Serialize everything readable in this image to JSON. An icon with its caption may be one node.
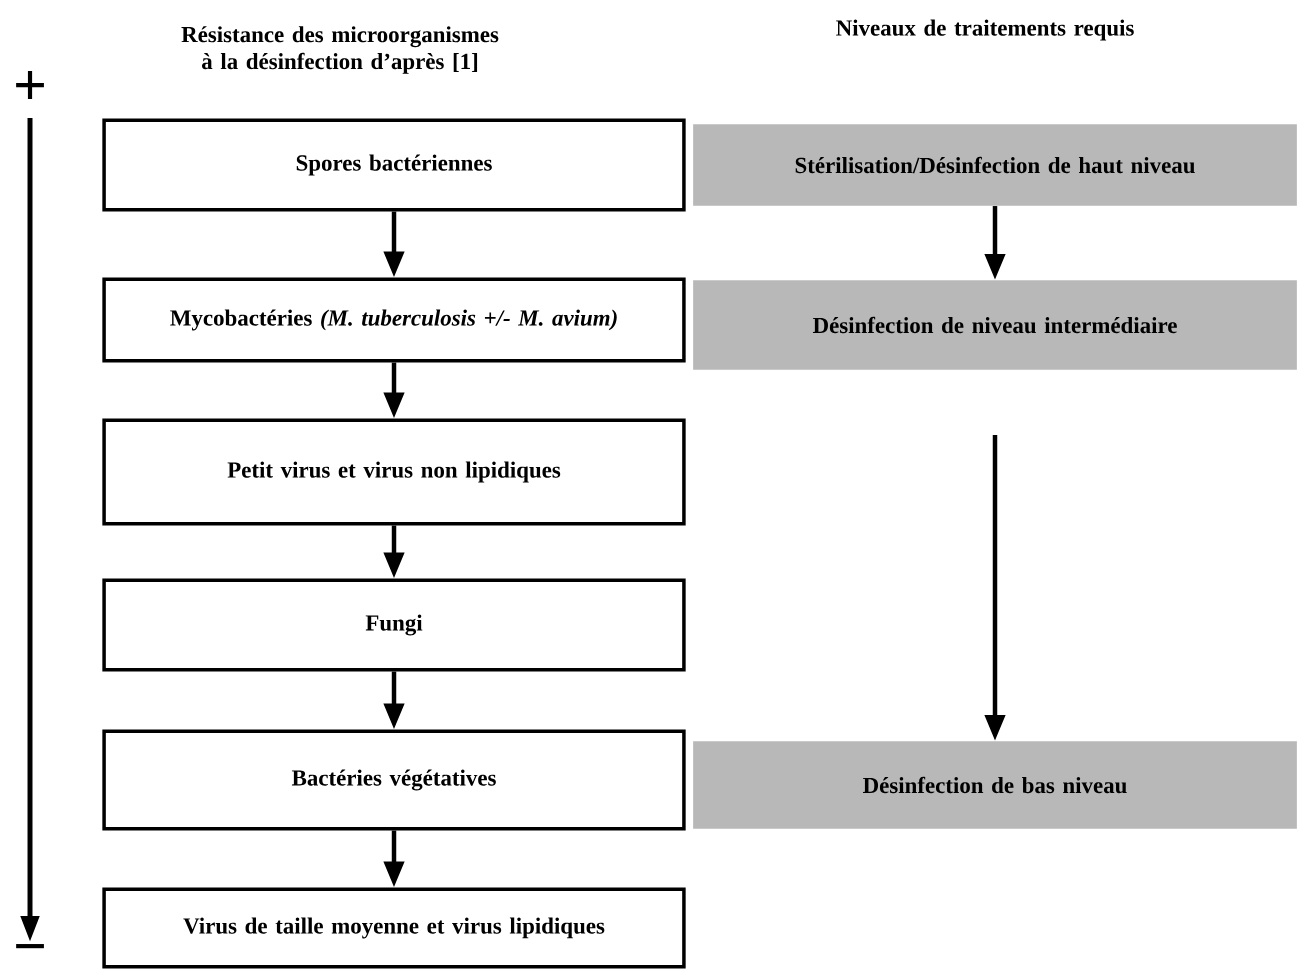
{
  "diagram": {
    "nodes": [
      {
        "text": [
          "Spores bactériennes"
        ]
      },
      {
        "text": [
          "Mycobactéries *(M. tuberculosis +/- M. avium)*"
        ]
      },
      {
        "text": [
          "Petit virus et virus non lipidiques"
        ]
      },
      {
        "text": [
          "Fungi"
        ]
      },
      {
        "text": [
          "Bactéries végétatives"
        ]
      },
      {
        "text": [
          "Virus de taille moyenne et virus lipidiques"
        ]
      },
      {
        "text": [
          "Stérilisation/Désinfection de haut niveau"
        ]
      },
      {
        "text": [
          "Désinfection de niveau intermédiaire"
        ]
      },
      {
        "text": [
          "Désinfection de bas niveau"
        ]
      }
    ],
    "edges": [
      {
        "from": 0,
        "to": 1,
        "arrow": "to"
      },
      {
        "from": 1,
        "to": 2,
        "arrow": "to"
      },
      {
        "from": 2,
        "to": 3,
        "arrow": "to"
      },
      {
        "from": 3,
        "to": 4,
        "arrow": "to"
      },
      {
        "from": 4,
        "to": 5,
        "arrow": "to"
      },
      {
        "from": 6,
        "to": 7,
        "arrow": "to"
      },
      {
        "from": 7,
        "to": 8,
        "arrow": "to"
      }
    ],
    "labels": [
      "Résistance des microorganismes à la désinfection d’après [1]",
      "Niveaux de traitements requis",
      "+",
      "−"
    ]
  }
}
